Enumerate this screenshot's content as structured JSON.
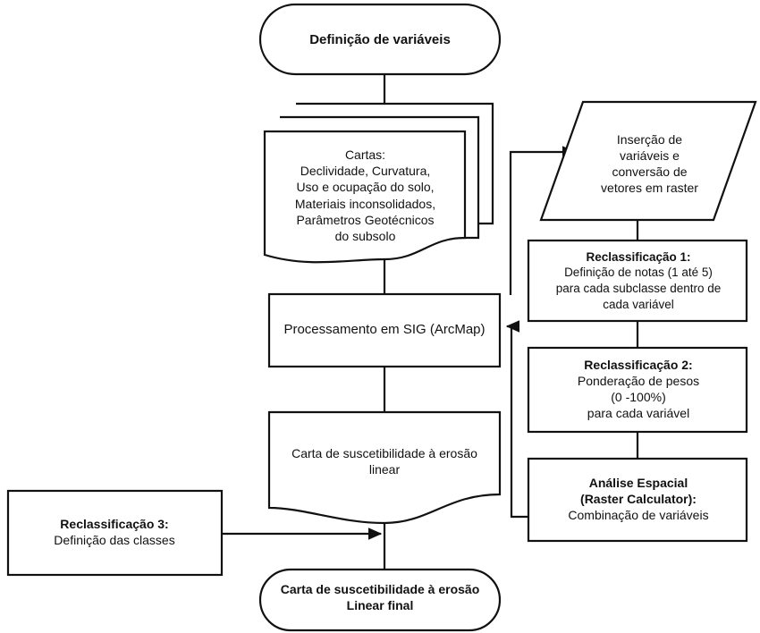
{
  "diagram": {
    "title": "Fluxograma metodologico - Carta de suscetibilidade a erosao linear",
    "language": "pt-BR",
    "stroke_color": "#111111",
    "fill_color": "#ffffff",
    "background": "#ffffff"
  },
  "nodes": {
    "start": {
      "shape": "rounded-terminator",
      "lines": [
        {
          "text": "Definição de variáveis",
          "bold": true
        }
      ]
    },
    "cartas": {
      "shape": "document-stack",
      "stack_count": 3,
      "lines": [
        {
          "text": "Cartas:",
          "bold": false
        },
        {
          "text": "Declividade, Curvatura,",
          "bold": false
        },
        {
          "text": "Uso e ocupação do solo,",
          "bold": false
        },
        {
          "text": "Materiais inconsolidados,",
          "bold": false
        },
        {
          "text": "Parâmetros Geotécnicos",
          "bold": false
        },
        {
          "text": "do subsolo",
          "bold": false
        }
      ]
    },
    "insercao": {
      "shape": "parallelogram",
      "lines": [
        {
          "text": "Inserção de",
          "bold": false
        },
        {
          "text": "variáveis e",
          "bold": false
        },
        {
          "text": "conversão de",
          "bold": false
        },
        {
          "text": "vetores em raster",
          "bold": false
        }
      ]
    },
    "reclassificacao1": {
      "shape": "rectangle",
      "lines": [
        {
          "text": "Reclassificação 1:",
          "bold": true
        },
        {
          "text": "Definição de notas (1 até 5)",
          "bold": false
        },
        {
          "text": "para cada subclasse dentro de",
          "bold": false
        },
        {
          "text": "cada variável",
          "bold": false
        }
      ]
    },
    "reclassificacao2": {
      "shape": "rectangle",
      "lines": [
        {
          "text": "Reclassificação 2:",
          "bold": true
        },
        {
          "text": "Ponderação de pesos",
          "bold": false
        },
        {
          "text": "(0 -100%)",
          "bold": false
        },
        {
          "text": "para cada variável",
          "bold": false
        }
      ]
    },
    "analise_espacial": {
      "shape": "rectangle",
      "lines": [
        {
          "text": "Análise Espacial",
          "bold": true
        },
        {
          "text": "(Raster Calculator):",
          "bold": true
        },
        {
          "text": "Combinação de variáveis",
          "bold": false
        }
      ]
    },
    "processamento": {
      "shape": "rectangle",
      "lines": [
        {
          "text": "Processamento em SIG (ArcMap)",
          "bold": false
        }
      ]
    },
    "carta_suscetibilidade": {
      "shape": "document",
      "lines": [
        {
          "text": "Carta de suscetibilidade à erosão",
          "bold": false
        },
        {
          "text": "linear",
          "bold": false
        }
      ]
    },
    "reclassificacao3": {
      "shape": "rectangle",
      "lines": [
        {
          "text": "Reclassificação 3:",
          "bold": true
        },
        {
          "text": "Definição das classes",
          "bold": false
        }
      ]
    },
    "final": {
      "shape": "rounded-terminator",
      "lines": [
        {
          "text": "Carta de suscetibilidade à erosão",
          "bold": true
        },
        {
          "text": "Linear final",
          "bold": true
        }
      ]
    }
  },
  "edges": [
    {
      "id": "start-to-cartas",
      "from": "start",
      "to": "cartas",
      "arrow": false
    },
    {
      "id": "cartas-to-processamento",
      "from": "cartas",
      "to": "processamento",
      "arrow": false
    },
    {
      "id": "processamento-to-insercao",
      "from": "processamento",
      "to": "insercao",
      "arrow": true
    },
    {
      "id": "insercao-to-recl1",
      "from": "insercao",
      "to": "reclassificacao1",
      "arrow": false
    },
    {
      "id": "recl1-to-processamento",
      "from": "reclassificacao1",
      "to": "processamento",
      "arrow": true
    },
    {
      "id": "recl1-to-recl2",
      "from": "reclassificacao1",
      "to": "reclassificacao2",
      "arrow": false
    },
    {
      "id": "recl2-to-analise",
      "from": "reclassificacao2",
      "to": "analise_espacial",
      "arrow": false
    },
    {
      "id": "analise-to-processamento",
      "from": "analise_espacial",
      "to": "processamento",
      "arrow": true
    },
    {
      "id": "processamento-to-carta",
      "from": "processamento",
      "to": "carta_suscetibilidade",
      "arrow": false
    },
    {
      "id": "carta-to-final",
      "from": "carta_suscetibilidade",
      "to": "final",
      "arrow": false
    },
    {
      "id": "recl3-to-final-path",
      "from": "reclassificacao3",
      "to": "carta-to-final",
      "arrow": true
    }
  ]
}
